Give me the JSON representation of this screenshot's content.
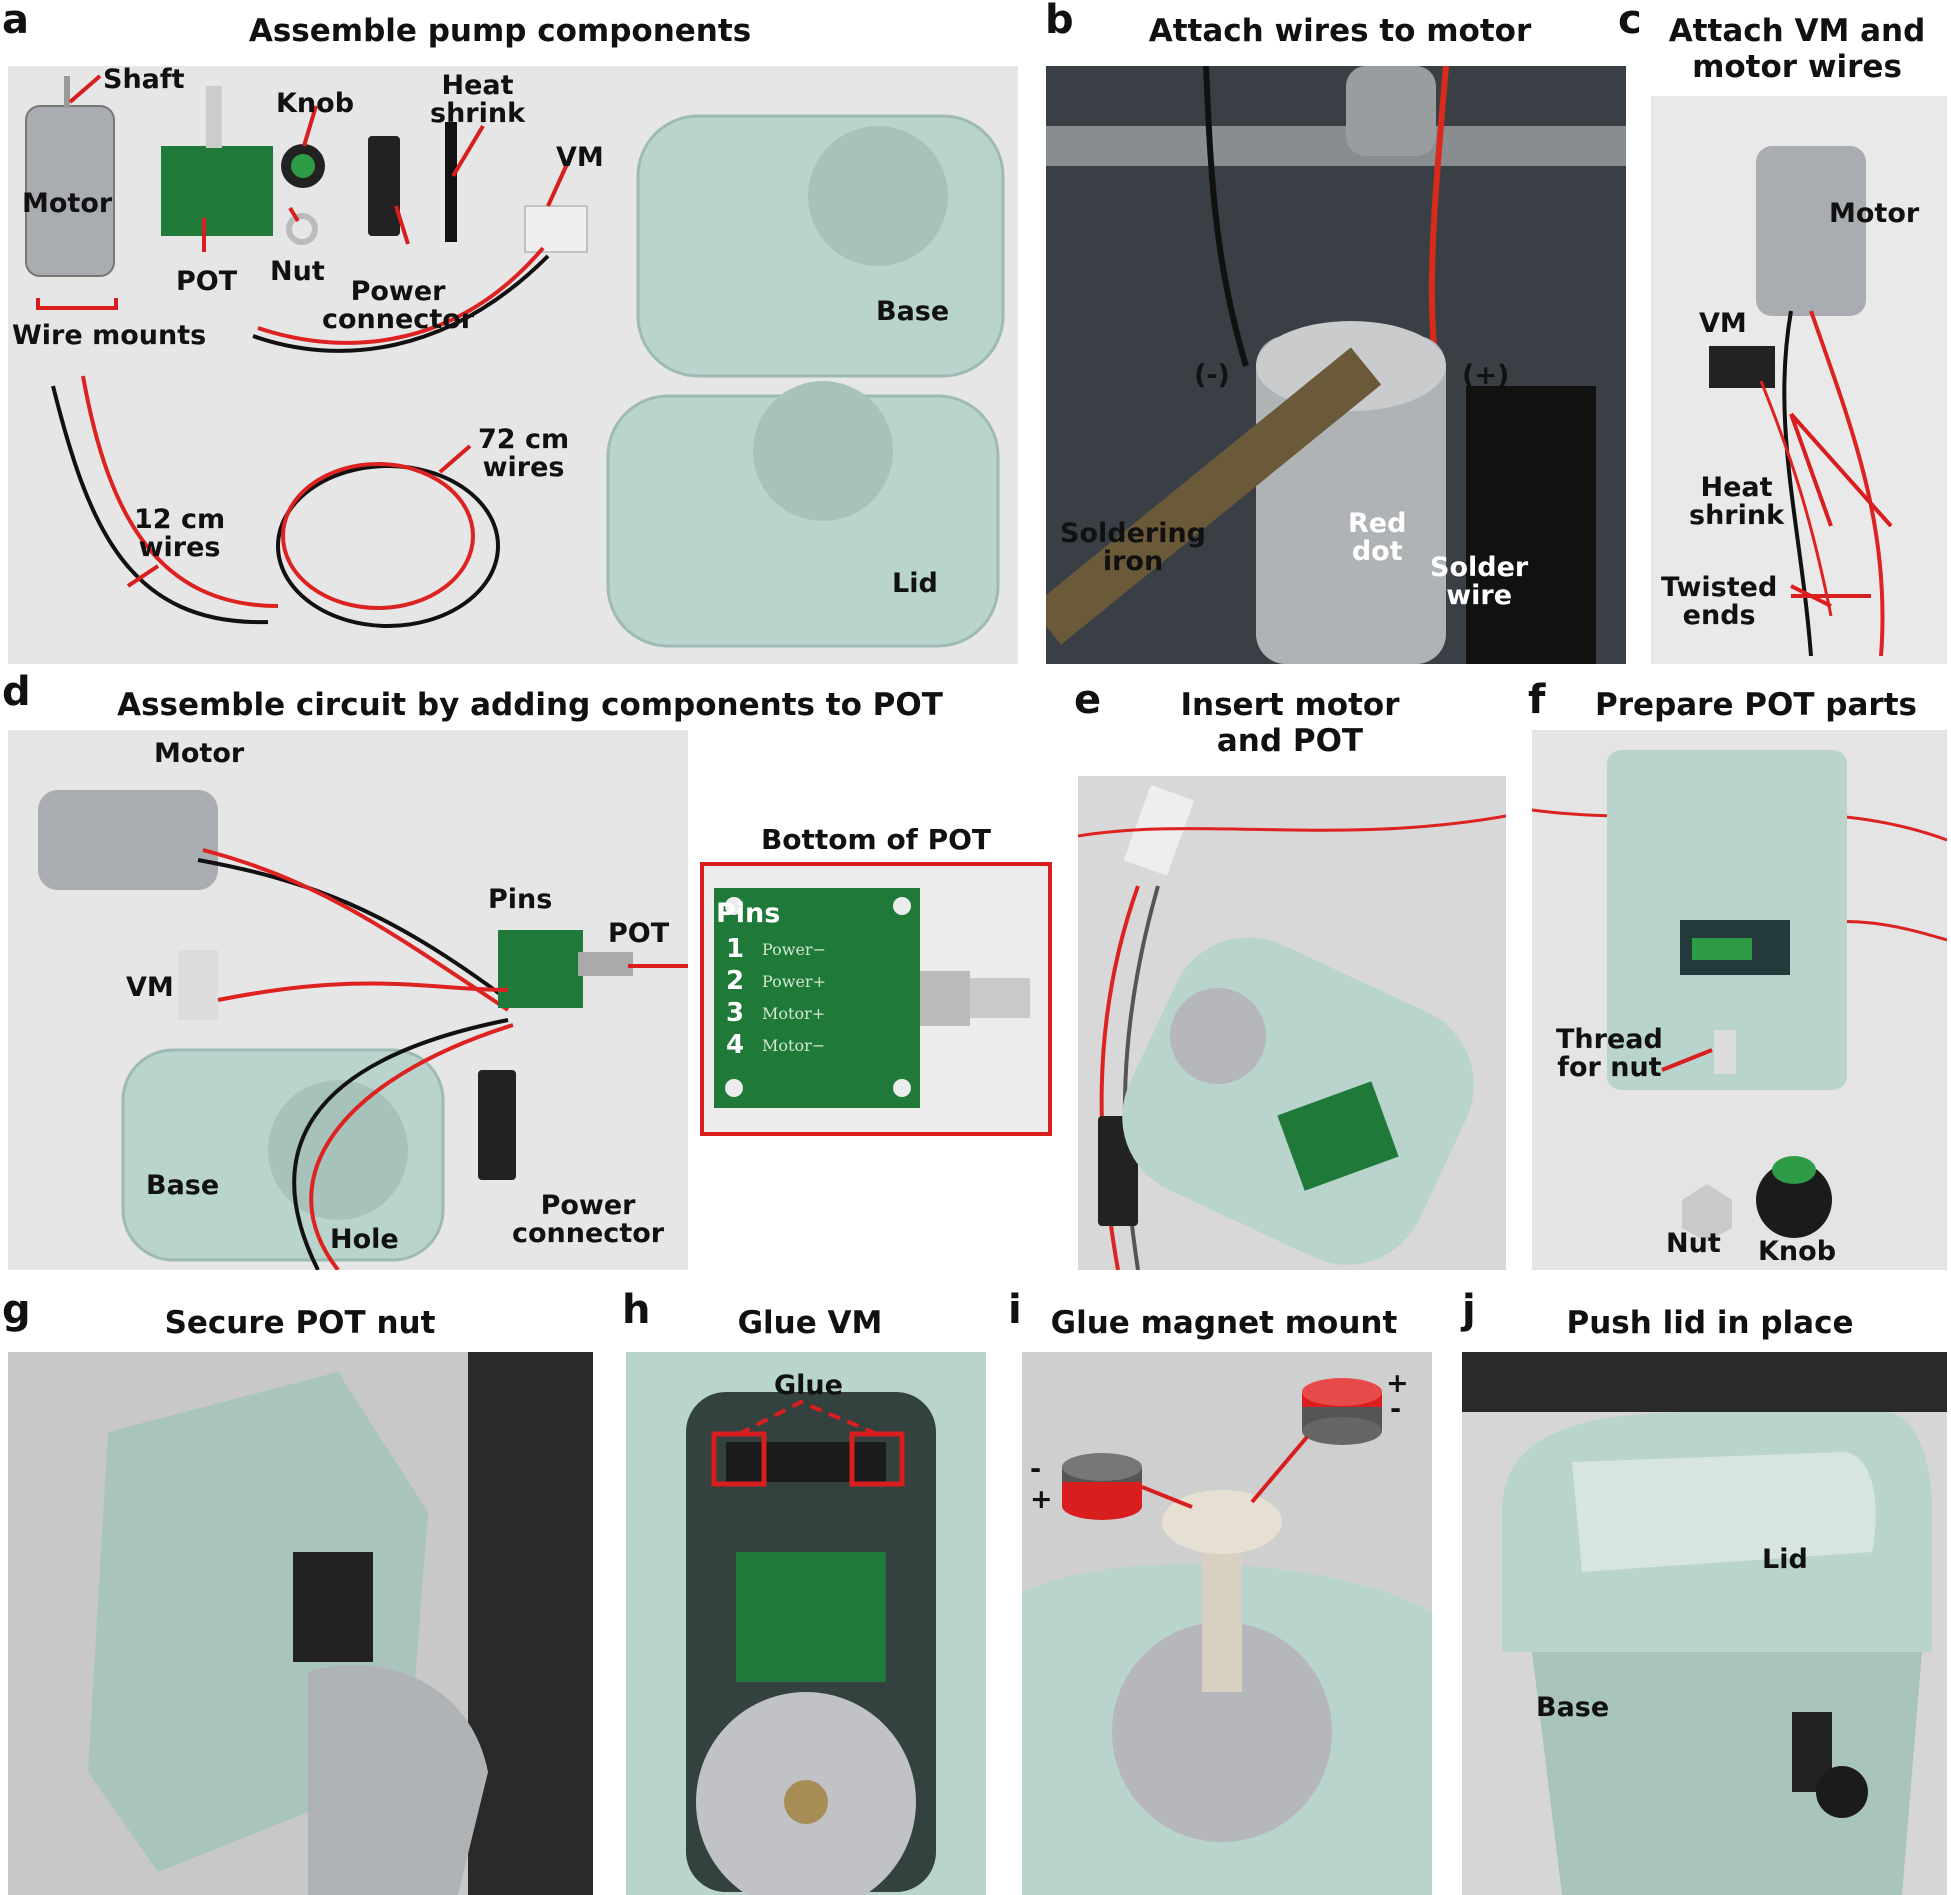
{
  "colors": {
    "accent_red": "#d81e1e",
    "base_mint": "#b9d3cd",
    "pcb_green": "#1f7a3a"
  },
  "panels": {
    "a": {
      "letter": "a",
      "title": "Assemble pump components",
      "labels": {
        "shaft": "Shaft",
        "knob": "Knob",
        "heat_shrink": "Heat\nshrink",
        "motor": "Motor",
        "vm": "VM",
        "pot": "POT",
        "nut": "Nut",
        "power_connector": "Power\nconnector",
        "wire_mounts": "Wire mounts",
        "base": "Base",
        "wires_72": "72 cm\nwires",
        "wires_12": "12 cm\nwires",
        "lid": "Lid"
      }
    },
    "b": {
      "letter": "b",
      "title": "Attach wires to motor",
      "labels": {
        "neg": "(-)",
        "pos": "(+)",
        "soldering_iron": "Soldering\niron",
        "red_dot": "Red\ndot",
        "solder_wire": "Solder\nwire"
      }
    },
    "c": {
      "letter": "c",
      "title": "Attach VM and\nmotor wires",
      "labels": {
        "motor": "Motor",
        "vm": "VM",
        "heat_shrink": "Heat\nshrink",
        "twisted_ends": "Twisted\nends"
      }
    },
    "d": {
      "letter": "d",
      "title": "Assemble circuit by adding components to POT",
      "labels": {
        "motor": "Motor",
        "pins": "Pins",
        "pot": "POT",
        "vm": "VM",
        "base": "Base",
        "hole": "Hole",
        "power_connector": "Power\nconnector"
      },
      "inset": {
        "title": "Bottom of POT",
        "pins_label": "Pins",
        "pins": [
          {
            "num": "1",
            "name": "Power−"
          },
          {
            "num": "2",
            "name": "Power+"
          },
          {
            "num": "3",
            "name": "Motor+"
          },
          {
            "num": "4",
            "name": "Motor−"
          }
        ]
      }
    },
    "e": {
      "letter": "e",
      "title": "Insert motor\nand POT"
    },
    "f": {
      "letter": "f",
      "title": "Prepare POT parts",
      "labels": {
        "thread": "Thread\nfor nut",
        "nut": "Nut",
        "knob": "Knob"
      }
    },
    "g": {
      "letter": "g",
      "title": "Secure POT nut"
    },
    "h": {
      "letter": "h",
      "title": "Glue VM",
      "labels": {
        "glue": "Glue"
      }
    },
    "i": {
      "letter": "i",
      "title": "Glue magnet mount",
      "labels": {
        "plus": "+",
        "minus": "-"
      }
    },
    "j": {
      "letter": "j",
      "title": "Push lid in place",
      "labels": {
        "lid": "Lid",
        "base": "Base"
      }
    }
  }
}
